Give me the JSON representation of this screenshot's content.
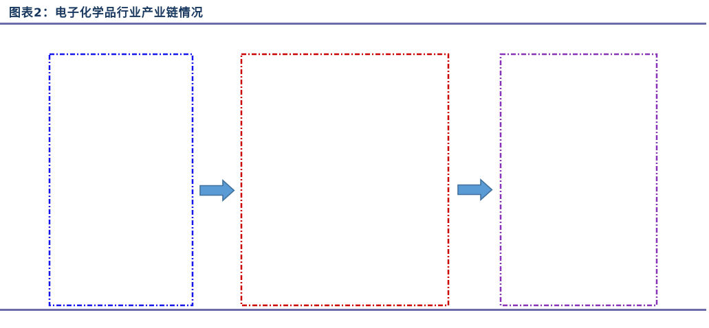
{
  "figure": {
    "label": "图表2",
    "title": "图表2：电子化学品行业产业链情况"
  },
  "colors": {
    "title_text": "#17375E",
    "rule": "#6B6CA9",
    "arrow_fill": "#5B9BD5",
    "arrow_stroke": "#41719C",
    "background": "#FFFFFF"
  },
  "diagram": {
    "description": "three empty dash-dot outlined stage boxes connected left-to-right by block arrows",
    "boxes": [
      {
        "position": "left",
        "border_color": "#1616EE",
        "border_style": "dash-dot",
        "content": ""
      },
      {
        "position": "middle",
        "border_color": "#CC0000",
        "border_style": "dash-dot",
        "content": ""
      },
      {
        "position": "right",
        "border_color": "#8832B8",
        "border_style": "dash-dot",
        "content": ""
      }
    ],
    "arrows": [
      {
        "id": "arrow-1",
        "direction": "right",
        "shape": "block-arrow"
      },
      {
        "id": "arrow-2",
        "direction": "right",
        "shape": "block-arrow"
      }
    ]
  }
}
